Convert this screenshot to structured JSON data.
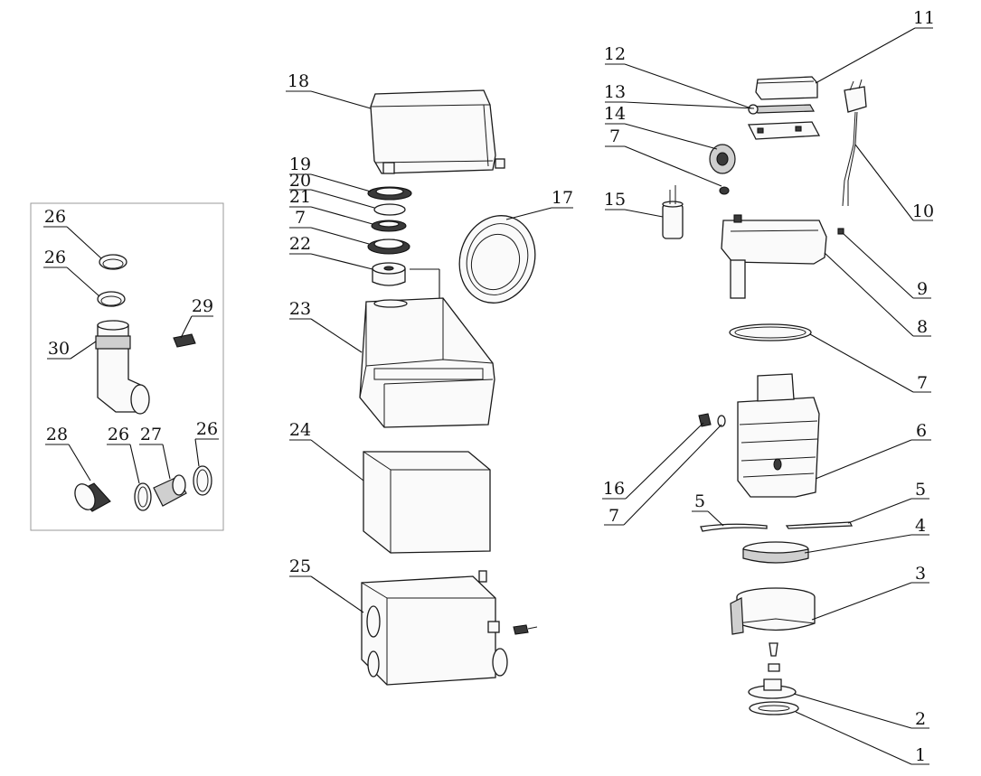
{
  "callouts": [
    {
      "id": "c11",
      "label": "11"
    },
    {
      "id": "c12",
      "label": "12"
    },
    {
      "id": "c13",
      "label": "13"
    },
    {
      "id": "c14",
      "label": "14"
    },
    {
      "id": "c7a",
      "label": "7"
    },
    {
      "id": "c15",
      "label": "15"
    },
    {
      "id": "c10",
      "label": "10"
    },
    {
      "id": "c9",
      "label": "9"
    },
    {
      "id": "c8",
      "label": "8"
    },
    {
      "id": "c7b",
      "label": "7"
    },
    {
      "id": "c6",
      "label": "6"
    },
    {
      "id": "c16",
      "label": "16"
    },
    {
      "id": "c7c",
      "label": "7"
    },
    {
      "id": "c5a",
      "label": "5"
    },
    {
      "id": "c5b",
      "label": "5"
    },
    {
      "id": "c4",
      "label": "4"
    },
    {
      "id": "c3",
      "label": "3"
    },
    {
      "id": "c2",
      "label": "2"
    },
    {
      "id": "c1",
      "label": "1"
    },
    {
      "id": "c18",
      "label": "18"
    },
    {
      "id": "c19",
      "label": "19"
    },
    {
      "id": "c20",
      "label": "20"
    },
    {
      "id": "c21",
      "label": "21"
    },
    {
      "id": "c7d",
      "label": "7"
    },
    {
      "id": "c22",
      "label": "22"
    },
    {
      "id": "c17",
      "label": "17"
    },
    {
      "id": "c23",
      "label": "23"
    },
    {
      "id": "c24",
      "label": "24"
    },
    {
      "id": "c25",
      "label": "25"
    },
    {
      "id": "c26a",
      "label": "26"
    },
    {
      "id": "c26b",
      "label": "26"
    },
    {
      "id": "c29",
      "label": "29"
    },
    {
      "id": "c30",
      "label": "30"
    },
    {
      "id": "c28",
      "label": "28"
    },
    {
      "id": "c26c",
      "label": "26"
    },
    {
      "id": "c27",
      "label": "27"
    },
    {
      "id": "c26d",
      "label": "26"
    }
  ]
}
